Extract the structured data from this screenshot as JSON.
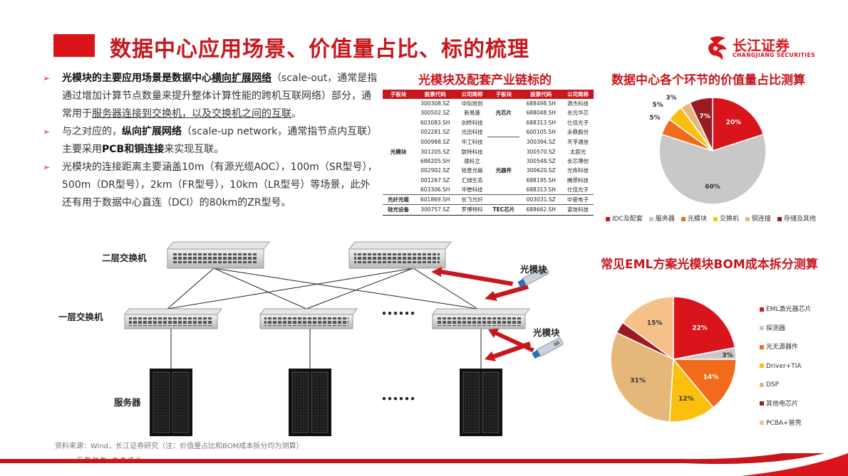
{
  "page_title": "数据中心应用场景、价值量占比、标的梳理",
  "logo": {
    "cn": "长江证券",
    "en": "CHANGJIANG SECURITIES"
  },
  "bullets": [
    {
      "parts": [
        {
          "t": "光模块的主要应用场景是数据中心",
          "s": "b"
        },
        {
          "t": "横向扩展网络",
          "s": "bu"
        },
        {
          "t": "（scale-out，通常是指通过增加计算节点数量来提升整体计算性能的跨机互联网络）部分，通常用于",
          "s": ""
        },
        {
          "t": "服务器连接到交换机，以及交换机之间的互联",
          "s": "u"
        },
        {
          "t": "。",
          "s": ""
        }
      ]
    },
    {
      "parts": [
        {
          "t": "与之对应的，",
          "s": ""
        },
        {
          "t": "纵向扩展网络",
          "s": "b"
        },
        {
          "t": "（scale-up network，通常指节点内互联）主要采用",
          "s": ""
        },
        {
          "t": "PCB和铜连接",
          "s": "b"
        },
        {
          "t": "来实现互联。",
          "s": ""
        }
      ]
    },
    {
      "parts": [
        {
          "t": "光模块的连接距离主要涵盖10m（有源光缆AOC），100m（SR型号），500m（DR型号），2km（FR型号），10km（LR型号）等场景，此外还有用于数据中心直连（DCI）的80km的ZR型号。",
          "s": ""
        }
      ]
    }
  ],
  "table": {
    "title": "光模块及配套产业链标的",
    "headers": [
      "子板块",
      "股票代码",
      "公司简称",
      "子板块",
      "股票代码",
      "公司简称"
    ],
    "rows": [
      [
        "",
        "300308.SZ",
        "中际旭创",
        "",
        "688498.SH",
        "源杰科技"
      ],
      [
        "",
        "300502.SZ",
        "新易盛",
        "光芯片",
        "688048.SH",
        "长光华芯"
      ],
      [
        "",
        "603083.SH",
        "剑桥科技",
        "",
        "688313.SH",
        "仕佳光子"
      ],
      [
        "",
        "002281.SZ",
        "光迅科技",
        "",
        "600105.SH",
        "永鼎股份"
      ],
      [
        "",
        "000988.SZ",
        "华工科技",
        "",
        "300394.SZ",
        "天孚通信"
      ],
      [
        "光模块",
        "301205.SZ",
        "联特科技",
        "",
        "300570.SZ",
        "太辰光"
      ],
      [
        "",
        "688205.SH",
        "德科立",
        "",
        "300548.SZ",
        "长芯博创"
      ],
      [
        "",
        "002902.SZ",
        "铭普光磁",
        "光器件",
        "300620.SZ",
        "光库科技"
      ],
      [
        "",
        "001267.SZ",
        "汇绿生态",
        "",
        "688195.SH",
        "腾景科技"
      ],
      [
        "",
        "603306.SH",
        "华懋科技",
        "",
        "688313.SH",
        "仕佳光子"
      ],
      [
        "光纤光缆",
        "601869.SH",
        "长飞光纤",
        "",
        "003031.SZ",
        "中瓷电子"
      ],
      [
        "硅光设备",
        "300757.SZ",
        "罗博特科",
        "TEC芯片",
        "688662.SH",
        "富信科技"
      ]
    ]
  },
  "diagram": {
    "l2_label": "二层交换机",
    "l1_label": "一层交换机",
    "server_label": "服务器",
    "module_label": "光模块",
    "dots": "••••••"
  },
  "chart_data": [
    {
      "type": "pie",
      "title": "数据中心各个环节的价值量占比测算",
      "labels": [
        "IDC及配套",
        "服务器",
        "光模块",
        "交换机",
        "铜连接",
        "存储及其他"
      ],
      "values": [
        20,
        60,
        5,
        5,
        3,
        7
      ],
      "value_labels": [
        "20%",
        "60%",
        "5%",
        "5%",
        "3%",
        "7%"
      ],
      "colors": [
        "#d9141b",
        "#c8c8c8",
        "#f26a1b",
        "#fbbf0e",
        "#e5b87a",
        "#9c1b22"
      ],
      "legend": "bottom"
    },
    {
      "type": "pie",
      "title": "常见EML方案光模块BOM成本拆分测算",
      "labels": [
        "EML激光器芯片",
        "探测器",
        "光无源器件",
        "Driver+TIA",
        "DSP",
        "其他电芯片",
        "PCBA+管壳"
      ],
      "values": [
        22,
        3,
        14,
        12,
        31,
        3,
        15
      ],
      "value_labels": [
        "22%",
        "3%",
        "14%",
        "12%",
        "31%",
        "",
        "15%"
      ],
      "colors": [
        "#d9141b",
        "#c8c8c8",
        "#f26a1b",
        "#fbbf0e",
        "#e5b87a",
        "#9c1b22",
        "#f6c089"
      ],
      "legend": "right"
    }
  ],
  "source": "资料来源：Wind，长江证券研究（注：价值量占比和BOM成本拆分均为测算）",
  "footer": {
    "left": "汇聚财智  共享成长"
  }
}
